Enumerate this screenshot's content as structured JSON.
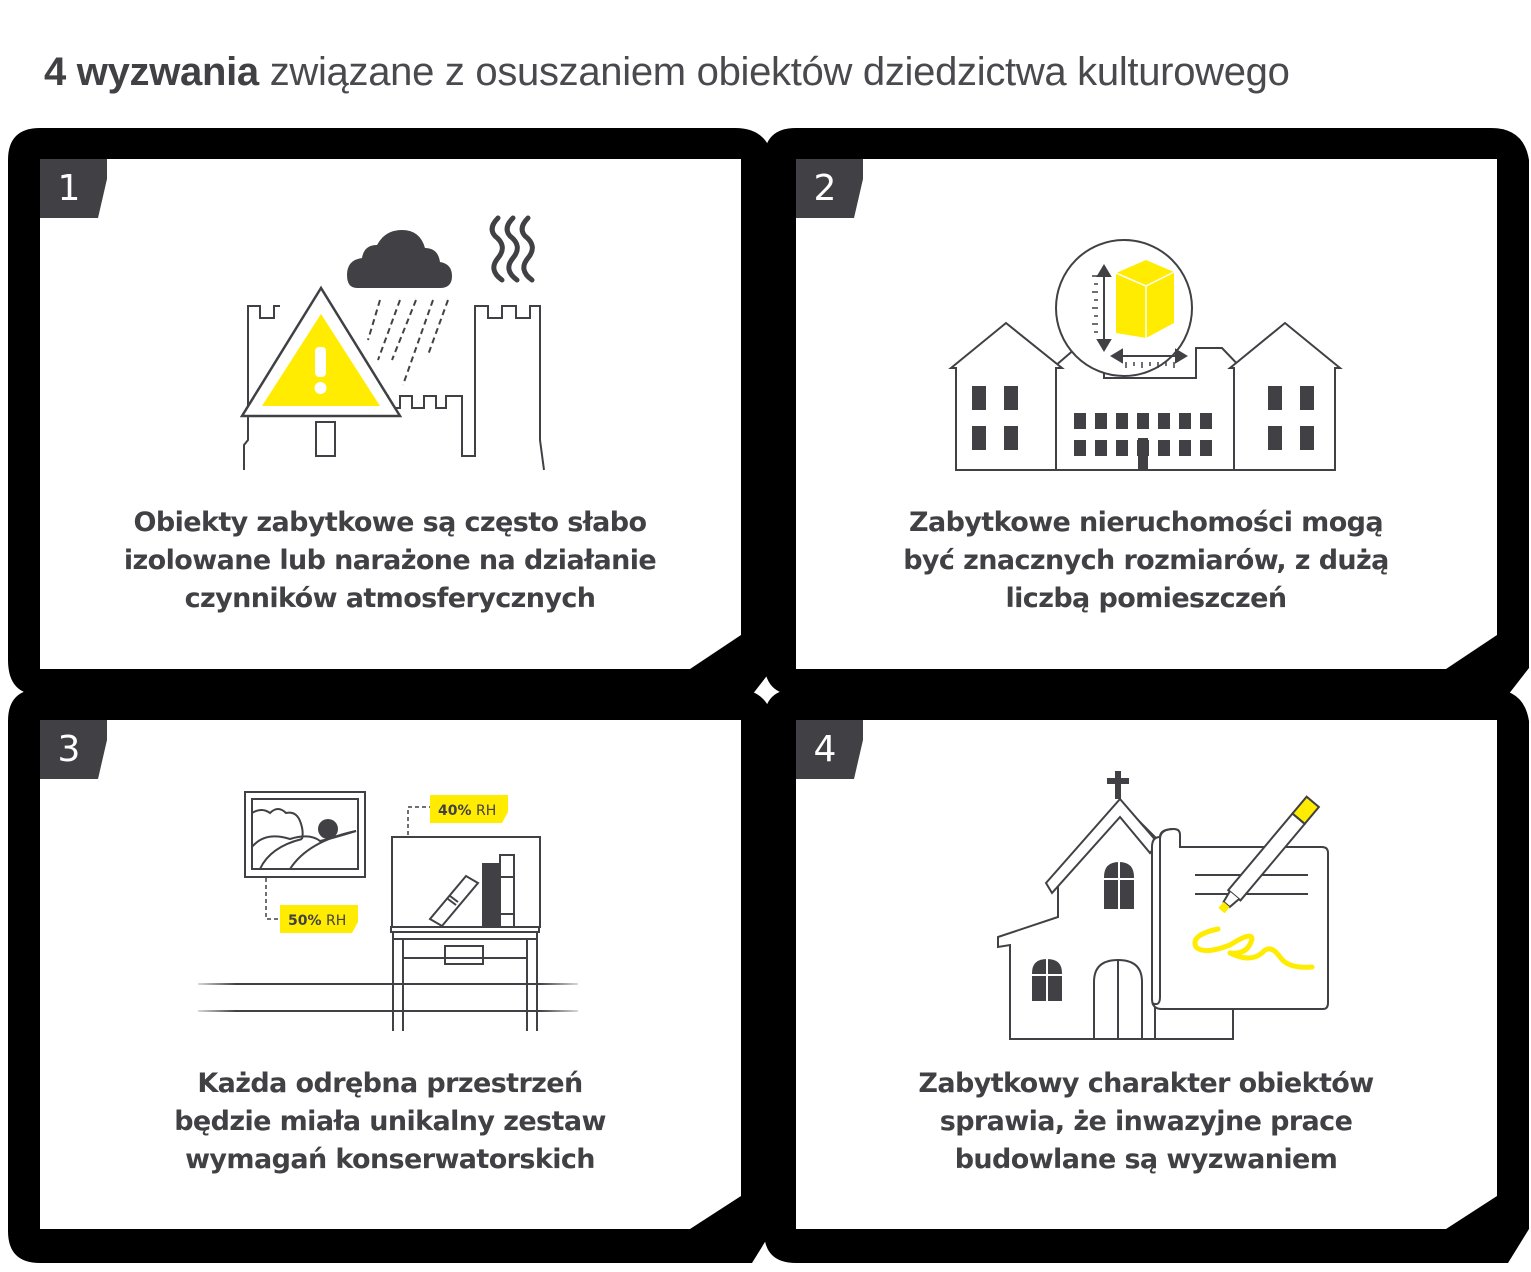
{
  "title": {
    "bold": "4 wyzwania",
    "rest": " związane z osuszaniem obiektów dziedzictwa kulturowego"
  },
  "colors": {
    "accent_yellow": "#ffec00",
    "dark_gray": "#414045",
    "frame_black": "#000000",
    "panel_white": "#ffffff"
  },
  "cards": [
    {
      "number": "1",
      "icon": "castle-storm-warning-icon",
      "lines": [
        "Obiekty zabytkowe są często słabo",
        "izolowane lub narażone na działanie",
        "czynników atmosferycznych"
      ]
    },
    {
      "number": "2",
      "icon": "large-building-dimensions-icon",
      "lines": [
        "Zabytkowe nieruchomości mogą",
        "być znacznych rozmiarów, z dużą",
        "liczbą pomieszczeń"
      ]
    },
    {
      "number": "3",
      "icon": "room-humidity-zones-icon",
      "labels": {
        "shelf_rh": "40%",
        "painting_rh": "50%",
        "unit": "RH"
      },
      "lines": [
        "Każda odrębna przestrzeń",
        "będzie miała unikalny zestaw",
        "wymagań konserwatorskich"
      ]
    },
    {
      "number": "4",
      "icon": "church-permit-document-icon",
      "lines": [
        "Zabytkowy charakter obiektów",
        "sprawia, że inwazyjne prace",
        "budowlane są wyzwaniem"
      ]
    }
  ]
}
